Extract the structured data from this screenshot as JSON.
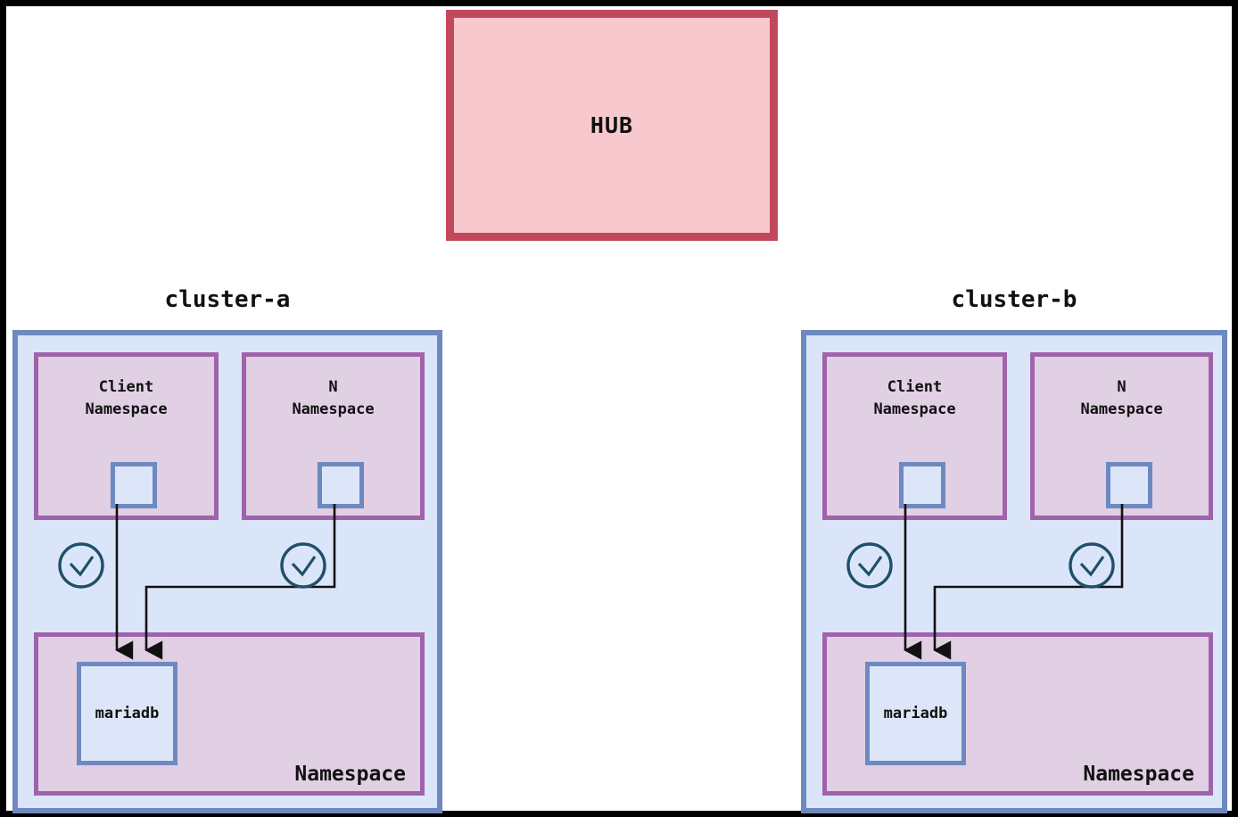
{
  "diagram": {
    "hub": {
      "label": "HUB"
    },
    "clusters": [
      {
        "title": "cluster-a",
        "namespaces": [
          {
            "title": "Client\nNamespace",
            "pod_icon": "pod-square-icon"
          },
          {
            "title": "N\nNamespace",
            "pod_icon": "pod-square-icon"
          }
        ],
        "status_icons": [
          "check-circle-icon",
          "check-circle-icon"
        ],
        "bottom_namespace": {
          "label": "Namespace",
          "workload": "mariadb"
        }
      },
      {
        "title": "cluster-b",
        "namespaces": [
          {
            "title": "Client\nNamespace",
            "pod_icon": "pod-square-icon"
          },
          {
            "title": "N\nNamespace",
            "pod_icon": "pod-square-icon"
          }
        ],
        "status_icons": [
          "check-circle-icon",
          "check-circle-icon"
        ],
        "bottom_namespace": {
          "label": "Namespace",
          "workload": "mariadb"
        }
      }
    ],
    "colors": {
      "hub_fill": "#f7c8cd",
      "hub_border": "#c2485b",
      "cluster_fill": "#dbe5f9",
      "cluster_border": "#6e89c0",
      "namespace_fill": "#e1cfe4",
      "namespace_border": "#a063ab",
      "pod_fill": "#dde5f8",
      "pod_border": "#6e89c0",
      "check_icon": "#1f5069",
      "connector": "#111111",
      "outer_frame": "#000000"
    }
  }
}
